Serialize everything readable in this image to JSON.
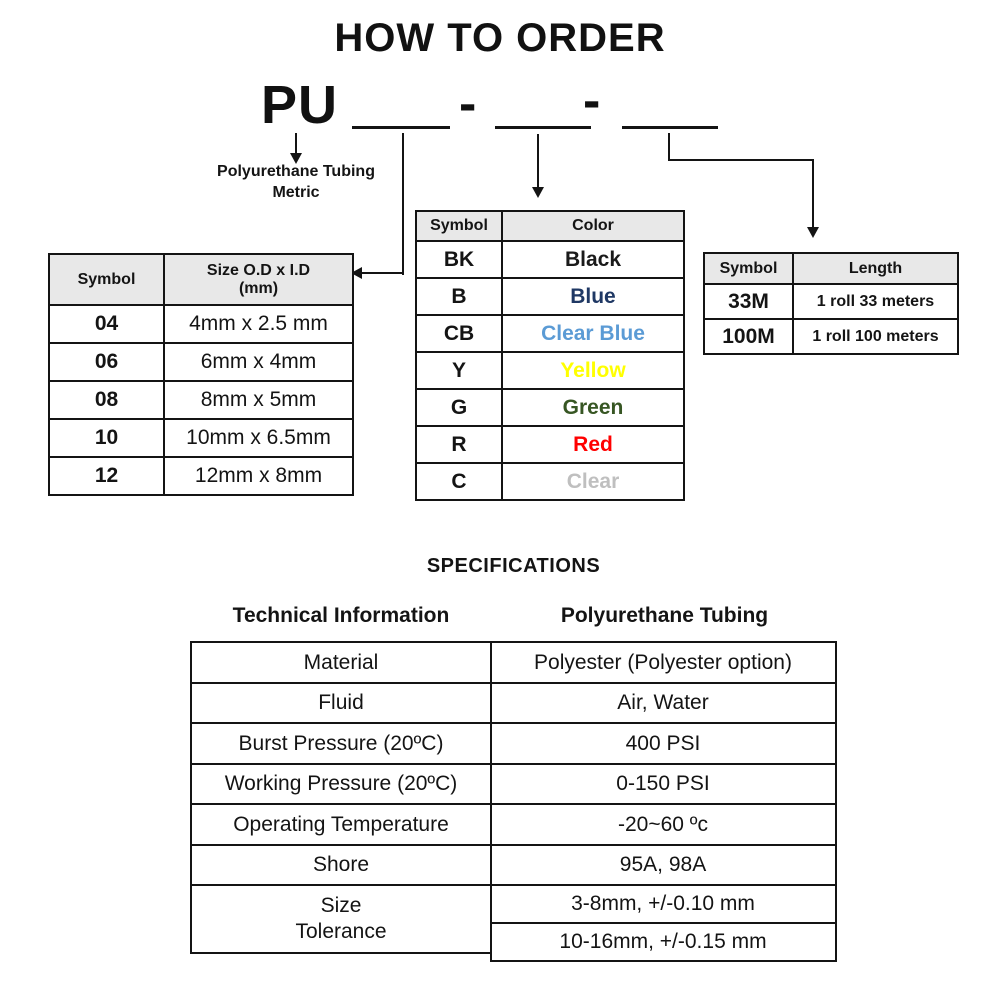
{
  "title": "HOW TO ORDER",
  "order_code": {
    "prefix": "PU",
    "separator": "-",
    "prefix_label_line1": "Polyurethane Tubing",
    "prefix_label_line2": "Metric"
  },
  "size_table": {
    "header_symbol": "Symbol",
    "header_size_line1": "Size O.D x I.D",
    "header_size_line2": "(mm)",
    "rows": [
      {
        "symbol": "04",
        "size": "4mm x 2.5 mm"
      },
      {
        "symbol": "06",
        "size": "6mm x 4mm"
      },
      {
        "symbol": "08",
        "size": "8mm x 5mm"
      },
      {
        "symbol": "10",
        "size": "10mm x 6.5mm"
      },
      {
        "symbol": "12",
        "size": "12mm x 8mm"
      }
    ]
  },
  "color_table": {
    "header_symbol": "Symbol",
    "header_color": "Color",
    "rows": [
      {
        "symbol": "BK",
        "color": "Black",
        "hex": "#1a1a1a"
      },
      {
        "symbol": "B",
        "color": "Blue",
        "hex": "#1f3864"
      },
      {
        "symbol": "CB",
        "color": "Clear Blue",
        "hex": "#5b9bd5"
      },
      {
        "symbol": "Y",
        "color": "Yellow",
        "hex": "#ffff00"
      },
      {
        "symbol": "G",
        "color": "Green",
        "hex": "#375623"
      },
      {
        "symbol": "R",
        "color": "Red",
        "hex": "#ff0000"
      },
      {
        "symbol": "C",
        "color": "Clear",
        "hex": "#bfbfbf"
      }
    ]
  },
  "length_table": {
    "header_symbol": "Symbol",
    "header_length": "Length",
    "rows": [
      {
        "symbol": "33M",
        "length": "1 roll 33 meters"
      },
      {
        "symbol": "100M",
        "length": "1 roll 100 meters"
      }
    ]
  },
  "specifications": {
    "heading": "SPECIFICATIONS",
    "col_header_left": "Technical Information",
    "col_header_right": "Polyurethane Tubing",
    "rows": [
      {
        "label": "Material",
        "value": "Polyester (Polyester option)"
      },
      {
        "label": "Fluid",
        "value": "Air, Water"
      },
      {
        "label": "Burst Pressure (20ºC)",
        "value": "400 PSI"
      },
      {
        "label": "Working Pressure (20ºC)",
        "value": "0-150 PSI"
      },
      {
        "label": "Operating Temperature",
        "value": "-20~60 ºc"
      },
      {
        "label": "Shore",
        "value": "95A, 98A"
      }
    ],
    "tolerance_label_line1": "Size",
    "tolerance_label_line2": "Tolerance",
    "tolerance_values": [
      "3-8mm, +/-0.10 mm",
      "10-16mm, +/-0.15 mm"
    ]
  }
}
